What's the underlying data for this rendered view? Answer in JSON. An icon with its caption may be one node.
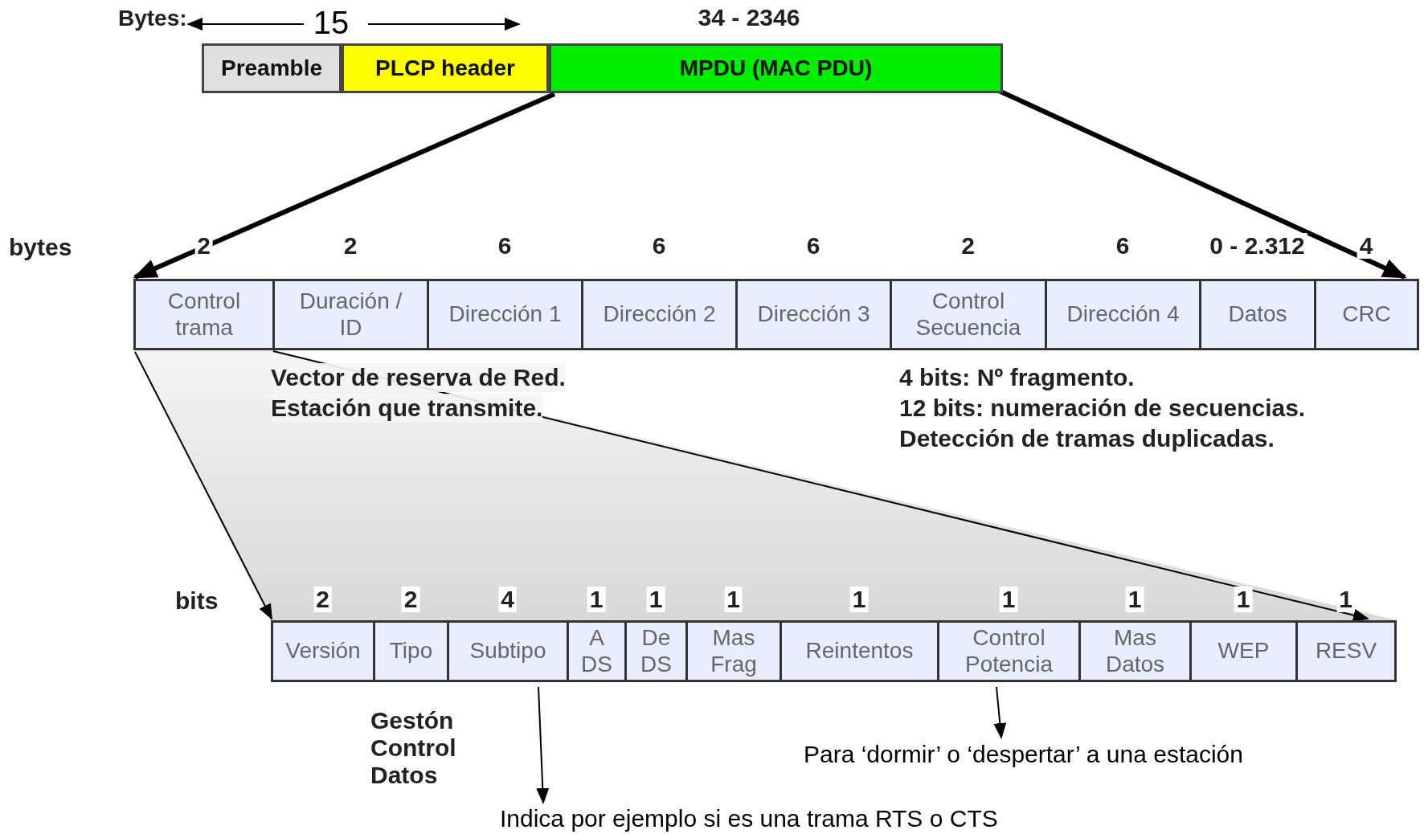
{
  "diagram": {
    "nodes": [
      {
        "text": [
          "Preamble"
        ]
      },
      {
        "text": [
          "PLCP header"
        ]
      },
      {
        "text": [
          "MPDU (MAC PDU)"
        ]
      },
      {
        "text": [
          "Control trama"
        ]
      },
      {
        "text": [
          "Duración / ID"
        ]
      },
      {
        "text": [
          "Dirección 1"
        ]
      },
      {
        "text": [
          "Dirección 2"
        ]
      },
      {
        "text": [
          "Dirección 3"
        ]
      },
      {
        "text": [
          "Control Secuencia"
        ]
      },
      {
        "text": [
          "Dirección 4"
        ]
      },
      {
        "text": [
          "Datos"
        ]
      },
      {
        "text": [
          "CRC"
        ]
      },
      {
        "text": [
          "Versión"
        ]
      },
      {
        "text": [
          "Tipo"
        ]
      },
      {
        "text": [
          "Subtipo"
        ]
      },
      {
        "text": [
          "A DS"
        ]
      },
      {
        "text": [
          "De DS"
        ]
      },
      {
        "text": [
          "Mas Frag"
        ]
      },
      {
        "text": [
          "Reintentos"
        ]
      },
      {
        "text": [
          "Control Potencia"
        ]
      },
      {
        "text": [
          "Mas Datos"
        ]
      },
      {
        "text": [
          "WEP"
        ]
      },
      {
        "text": [
          "RESV"
        ]
      },
      {
        "text": [
          "Para ‘dormir’ o ‘despertar’ a una estación"
        ]
      },
      {
        "text": [
          "Indica por ejemplo si es una trama RTS o CTS"
        ]
      }
    ],
    "edges": [
      {
        "from": 2,
        "to": 3,
        "arrow": "to",
        "style": "thick"
      },
      {
        "from": 2,
        "to": 11,
        "arrow": "to",
        "style": "thick"
      },
      {
        "from": 3,
        "to": 12,
        "arrow": "to"
      },
      {
        "from": 3,
        "to": 22,
        "arrow": "to"
      },
      {
        "from": 14,
        "to": 24,
        "arrow": "to"
      },
      {
        "from": 19,
        "to": 23,
        "arrow": "to"
      }
    ],
    "labels": [
      "Bytes:",
      "15",
      "34 - 2346",
      "bytes",
      "2",
      "2",
      "6",
      "6",
      "6",
      "2",
      "6",
      "0 - 2.312",
      "4",
      "Vector de reserva de Red.",
      "Estación que transmite.",
      "4 bits: Nº fragmento.",
      "12 bits: numeración de secuencias.",
      "Detección de tramas duplicadas.",
      "bits",
      "2",
      "2",
      "4",
      "1",
      "1",
      "1",
      "1",
      "1",
      "1",
      "1",
      "1",
      "Gestón Control Datos"
    ]
  }
}
